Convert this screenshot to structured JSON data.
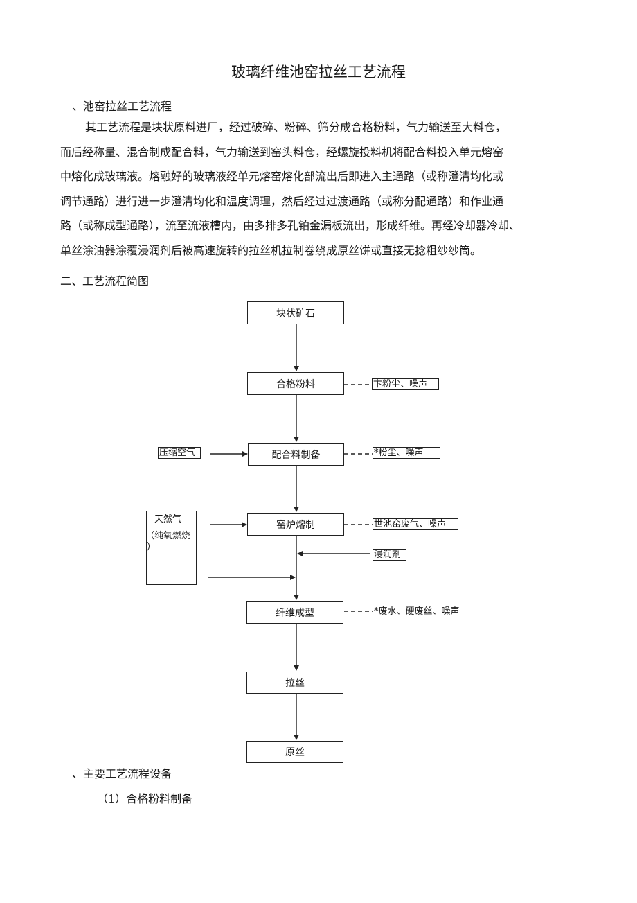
{
  "doc": {
    "title": "玻璃纤维池窑拉丝工艺流程",
    "section1": "、池窑拉丝工艺流程",
    "paragraph": [
      "其工艺流程是块状原料进厂，经过破碎、粉碎、筛分成合格粉料，气力输送至大料仓，",
      "而后经称量、混合制成配合料，气力输送到窑头料仓，经螺旋投料机将配合料投入单元熔窑",
      "中熔化成玻璃液。熔融好的玻璃液经单元熔窑熔化部流出后即进入主通路（或称澄清均化或",
      "调节通路）进行进一步澄清均化和温度调理，然后经过过渡通路（或称分配通路）和作业通",
      "路（或称成型通路），流至流液槽内，由多排多孔铂金漏板流出，形成纤维。再经冷却器冷却、",
      "单丝涂油器涂覆浸润剂后被高速旋转的拉丝机拉制卷绕成原丝饼或直接无捻粗纱纱筒。"
    ],
    "section2": "二、工艺流程简图",
    "section3": "、主要工艺流程设备",
    "subsection1": "（1）合格粉料制备"
  },
  "flow": {
    "steps": [
      "块状矿石",
      "合格粉料",
      "配合料制备",
      "窑炉熔制",
      "纤维成型",
      "拉丝",
      "原丝"
    ],
    "notes": [
      "卞粉尘、噪声",
      "*粉尘、噪声",
      "世池窑废气、噪声",
      "*废水、硬废丝、噪声"
    ],
    "inputs": {
      "compressed_air": "压缩空气",
      "natural_gas": "天然气",
      "natural_gas_note": "（纯氧燃烧",
      "natural_gas_close": "）",
      "sizing": "浸润剂"
    }
  }
}
